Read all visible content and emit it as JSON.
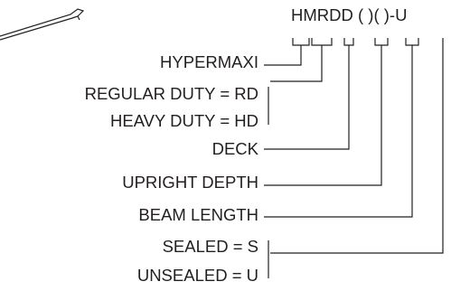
{
  "model_code": "HMRDD ( )( )-U",
  "labels": {
    "hypermaxi": "HYPERMAXI",
    "regular_duty": "REGULAR DUTY = RD",
    "heavy_duty": "HEAVY DUTY = HD",
    "deck": "DECK",
    "upright_depth": "UPRIGHT DEPTH",
    "beam_length": "BEAM LENGTH",
    "sealed": "SEALED = S",
    "unsealed": "UNSEALED = U"
  }
}
